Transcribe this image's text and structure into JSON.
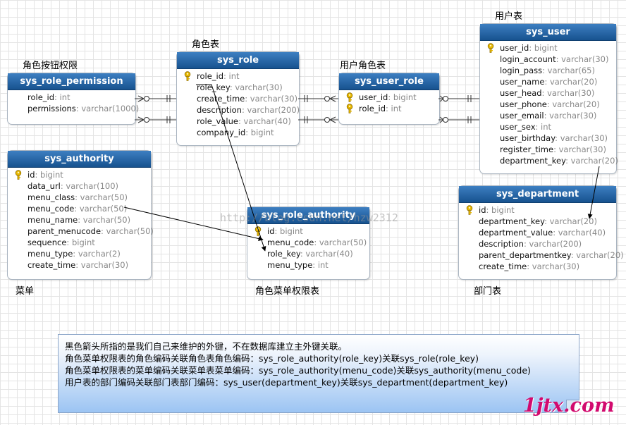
{
  "labels": {
    "role_permission": "角色按钮权限",
    "role": "角色表",
    "user_role": "用户角色表",
    "user": "用户表",
    "authority": "菜单",
    "role_authority": "角色菜单权限表",
    "department": "部门表"
  },
  "tables": {
    "sys_role_permission": {
      "name": "sys_role_permission",
      "fields": [
        {
          "name": "role_id",
          "type": ": int"
        },
        {
          "name": "permissions",
          "type": ": varchar(1000)"
        }
      ]
    },
    "sys_role": {
      "name": "sys_role",
      "fields": [
        {
          "name": "role_id",
          "type": ": int"
        },
        {
          "name": "role_key",
          "type": ": varchar(30)"
        },
        {
          "name": "create_time",
          "type": ": varchar(30)"
        },
        {
          "name": "description",
          "type": ": varchar(200)"
        },
        {
          "name": "role_value",
          "type": ": varchar(40)"
        },
        {
          "name": "company_id",
          "type": ": bigint"
        }
      ]
    },
    "sys_user_role": {
      "name": "sys_user_role",
      "fields": [
        {
          "name": "user_id",
          "type": ": bigint"
        },
        {
          "name": "role_id",
          "type": ": int"
        }
      ]
    },
    "sys_user": {
      "name": "sys_user",
      "fields": [
        {
          "name": "user_id",
          "type": ": bigint"
        },
        {
          "name": "login_account",
          "type": ": varchar(30)"
        },
        {
          "name": "login_pass",
          "type": ": varchar(65)"
        },
        {
          "name": "user_name",
          "type": ": varchar(20)"
        },
        {
          "name": "user_head",
          "type": ": varchar(30)"
        },
        {
          "name": "user_phone",
          "type": ": varchar(20)"
        },
        {
          "name": "user_email",
          "type": ": varchar(30)"
        },
        {
          "name": "user_sex",
          "type": ": int"
        },
        {
          "name": "user_birthday",
          "type": ": varchar(30)"
        },
        {
          "name": "register_time",
          "type": ": varchar(30)"
        },
        {
          "name": "department_key",
          "type": ": varchar(20)"
        }
      ]
    },
    "sys_authority": {
      "name": "sys_authority",
      "fields": [
        {
          "name": "id",
          "type": ": bigint"
        },
        {
          "name": "data_url",
          "type": ": varchar(100)"
        },
        {
          "name": "menu_class",
          "type": ": varchar(50)"
        },
        {
          "name": "menu_code",
          "type": ": varchar(50)"
        },
        {
          "name": "menu_name",
          "type": ": varchar(50)"
        },
        {
          "name": "parent_menucode",
          "type": ": varchar(50)"
        },
        {
          "name": "sequence",
          "type": ": bigint"
        },
        {
          "name": "menu_type",
          "type": ": varchar(2)"
        },
        {
          "name": "create_time",
          "type": ": varchar(30)"
        }
      ]
    },
    "sys_role_authority": {
      "name": "sys_role_authority",
      "fields": [
        {
          "name": "id",
          "type": ": bigint"
        },
        {
          "name": "menu_code",
          "type": ": varchar(50)"
        },
        {
          "name": "role_key",
          "type": ": varchar(40)"
        },
        {
          "name": "menu_type",
          "type": ": int"
        }
      ]
    },
    "sys_department": {
      "name": "sys_department",
      "fields": [
        {
          "name": "id",
          "type": ": bigint"
        },
        {
          "name": "department_key",
          "type": ": varchar(20)"
        },
        {
          "name": "department_value",
          "type": ": varchar(40)"
        },
        {
          "name": "description",
          "type": ": varchar(200)"
        },
        {
          "name": "parent_departmentkey",
          "type": ": varchar(20)"
        },
        {
          "name": "create_time",
          "type": ": varchar(30)"
        }
      ]
    }
  },
  "note": {
    "line1": "黑色箭头所指的是我们自己来维护的外键，不在数据库建立主外键关联。",
    "line2": "角色菜单权限表的角色编码关联角色表角色编码：sys_role_authority(role_key)关联sys_role(role_key)",
    "line3": "角色菜单权限表的菜单编码关联菜单表菜单编码：sys_role_authority(menu_code)关联sys_authority(menu_code)",
    "line4": "用户表的部门编码关联部门表部门编码：sys_user(department_key)关联sys_department(department_key)"
  },
  "watermark": "http://blog.csdn.net/hzw2312",
  "brand": "1jtx.com"
}
